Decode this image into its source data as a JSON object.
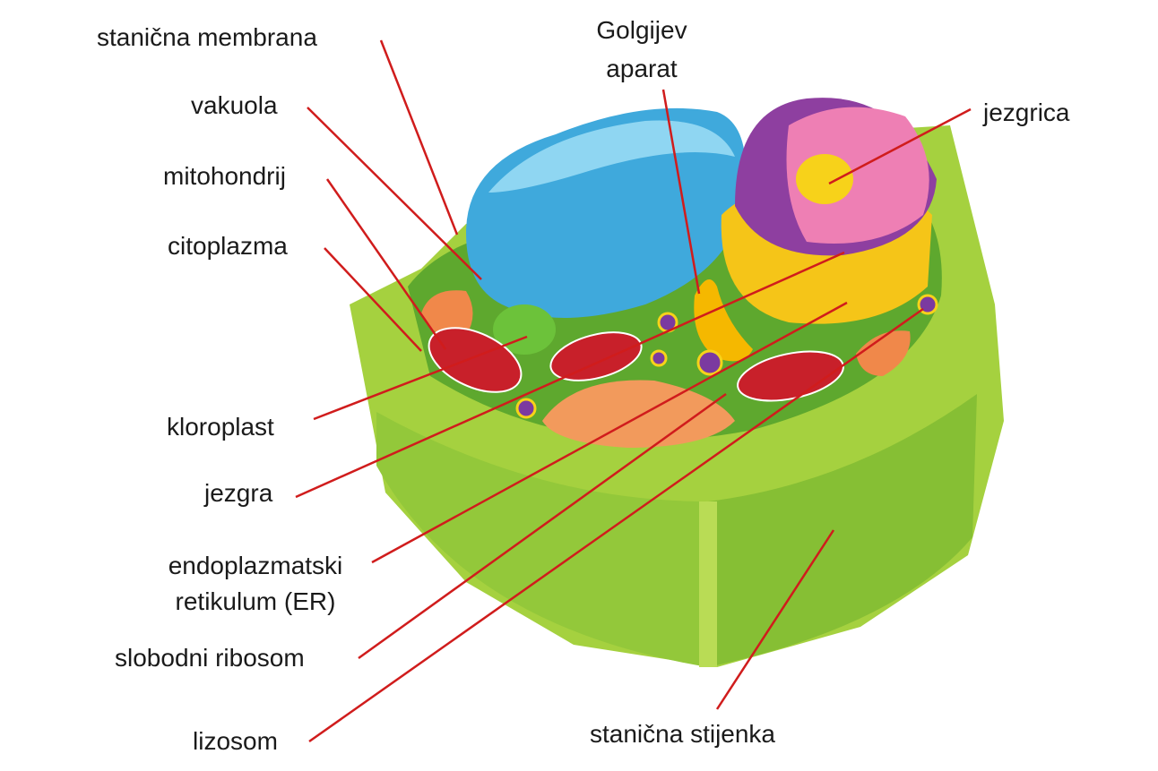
{
  "labels": {
    "cell_membrane": "stanična membrana",
    "vacuole": "vakuola",
    "mitochondrion": "mitohondrij",
    "cytoplasm": "citoplazma",
    "chloroplast": "kloroplast",
    "nucleus": "jezgra",
    "er_line1": "endoplazmatski",
    "er_line2": "retikulum (ER)",
    "free_ribosome": "slobodni ribosom",
    "lysosome": "lizosom",
    "golgi_line1": "Golgijev",
    "golgi_line2": "aparat",
    "nucleolus": "jezgrica",
    "cell_wall": "stanična stijenka"
  },
  "colors": {
    "leader_line": "#d01c1c",
    "cell_wall": "#8cc63f",
    "cytoplasm": "#5ea82e",
    "vacuole": "#3fa9dc",
    "nucleus": "#8e3fa0",
    "nucleolus": "#f7d21a",
    "golgi": "#f5b800",
    "mitochondrion": "#c8202a"
  }
}
